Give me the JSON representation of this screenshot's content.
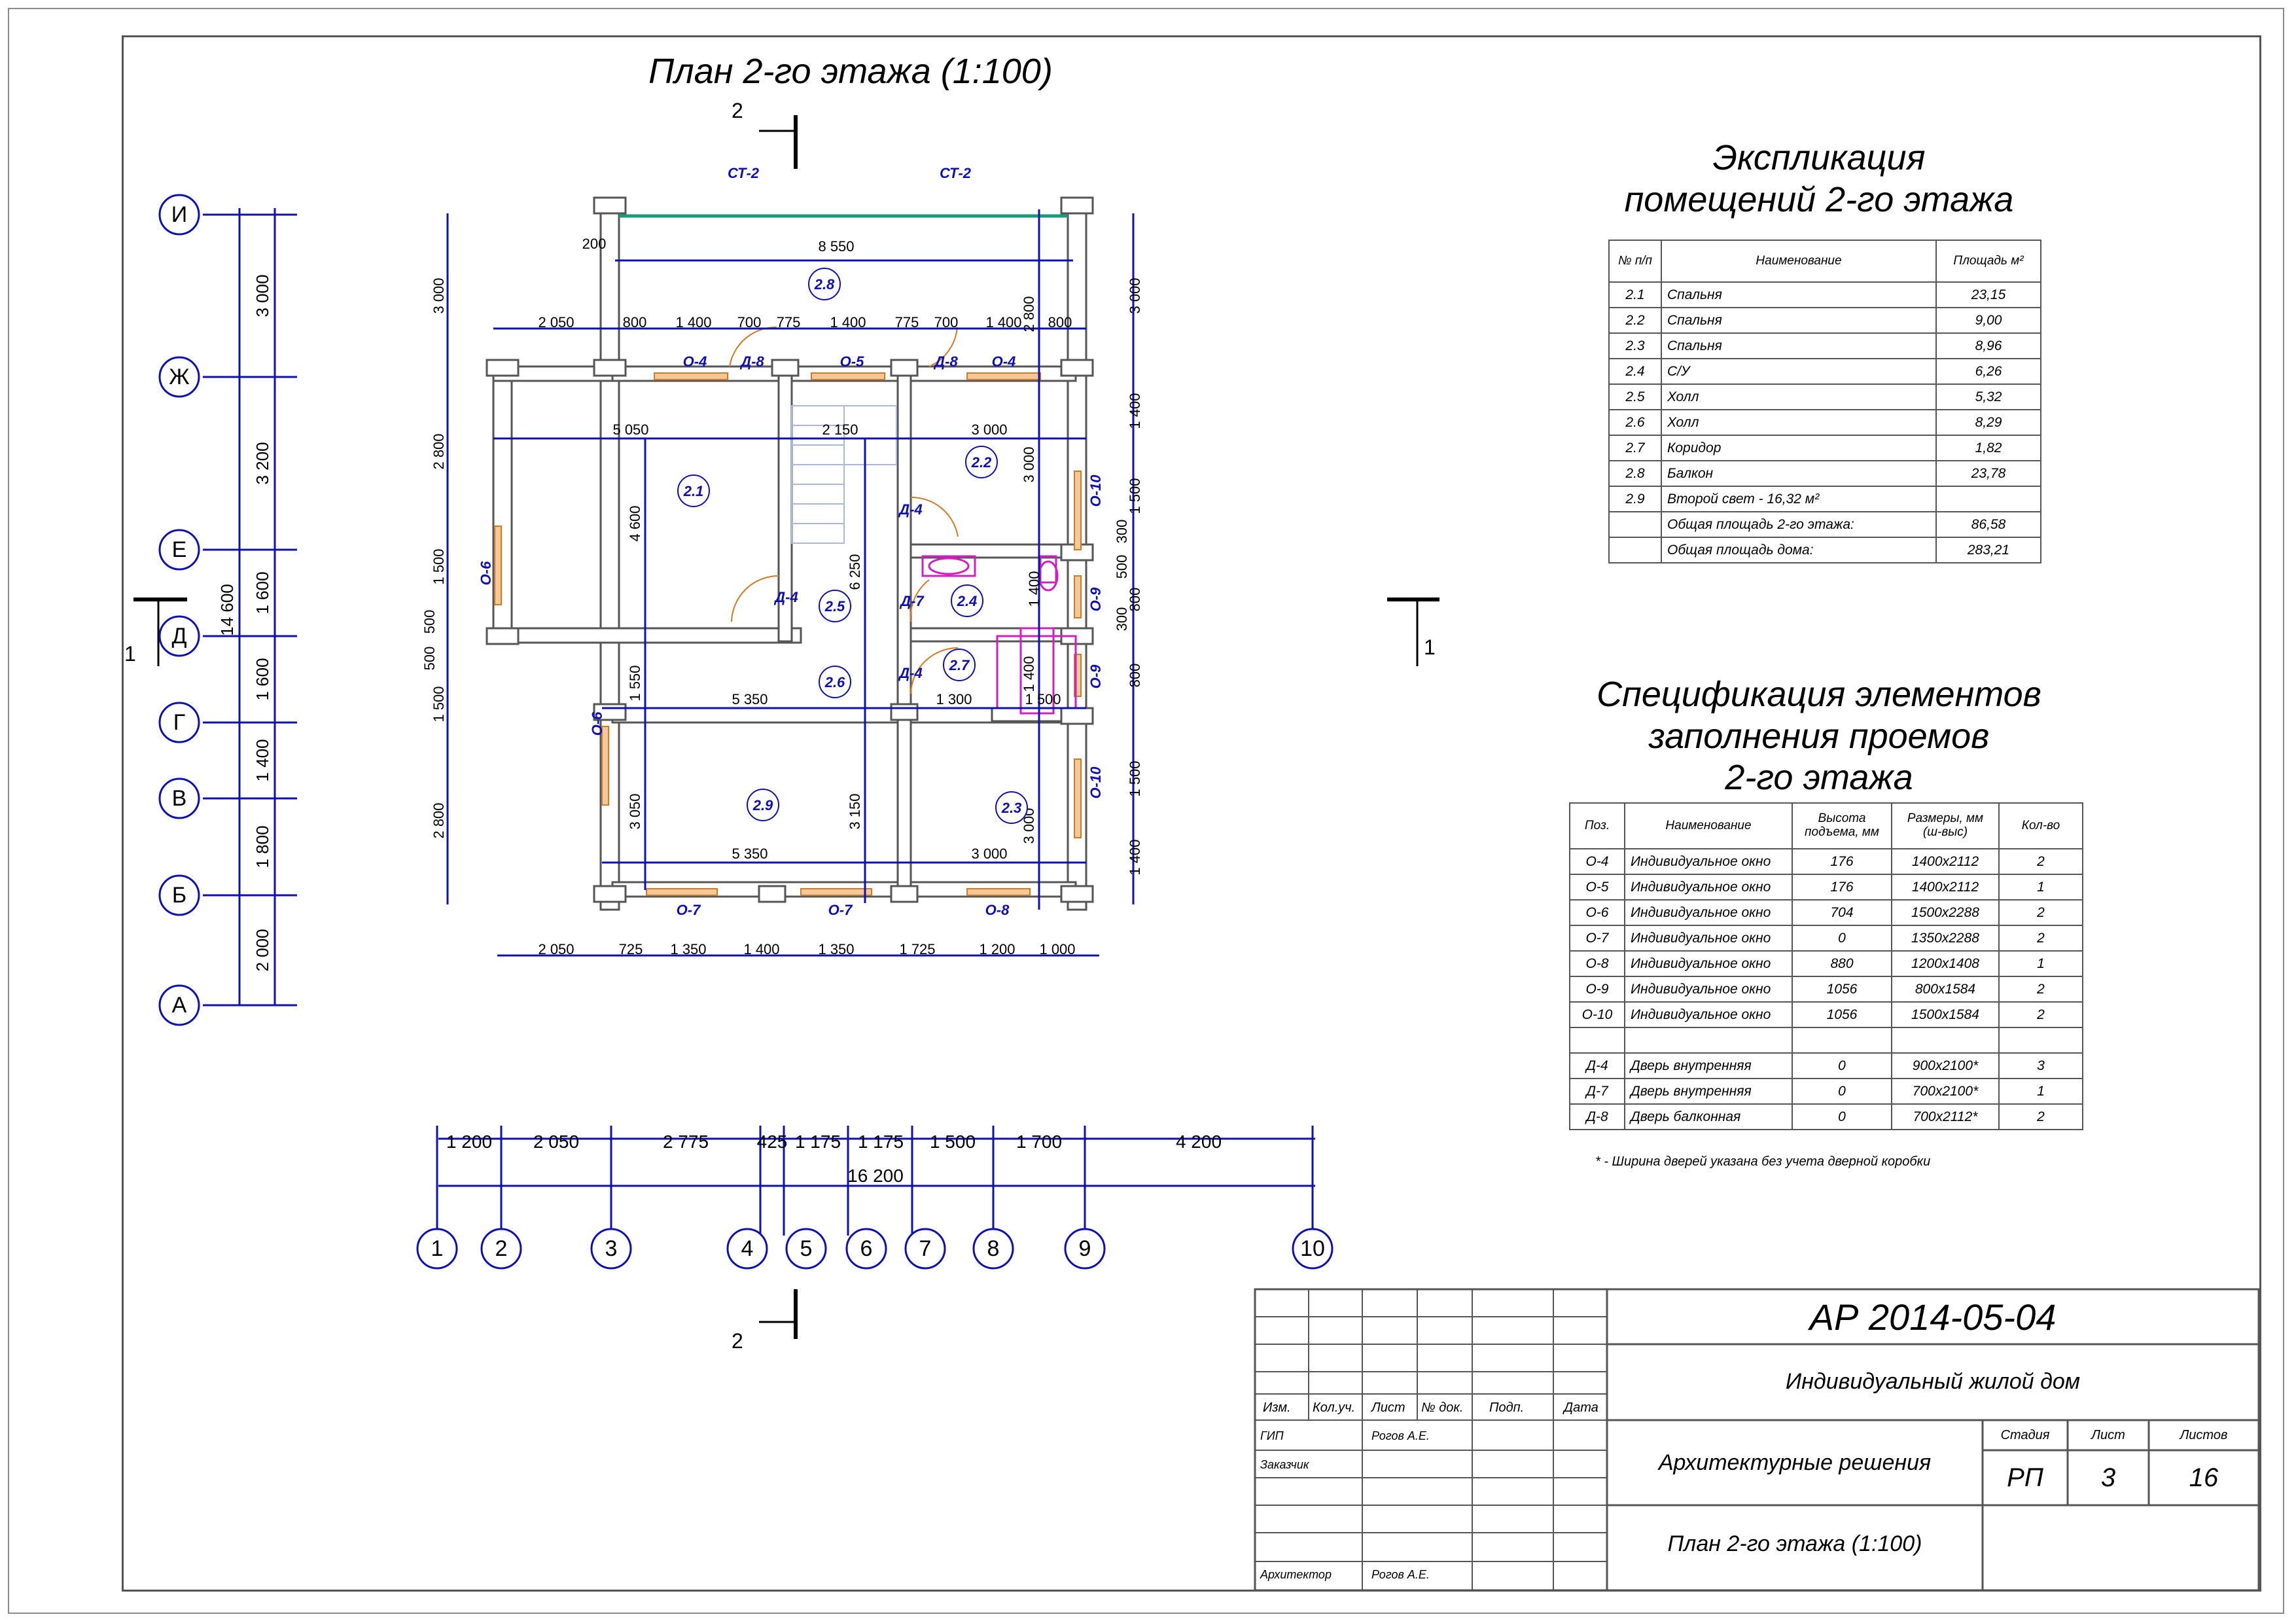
{
  "plan_title": "План 2-го этажа (1:100)",
  "section_marks": {
    "top": "2",
    "bottom": "2",
    "right": "1",
    "left": "1"
  },
  "axes": {
    "rows": [
      "И",
      "Ж",
      "Е",
      "Д",
      "Г",
      "В",
      "Б",
      "А"
    ],
    "columns": [
      "1",
      "2",
      "3",
      "4",
      "5",
      "6",
      "7",
      "8",
      "9",
      "10"
    ]
  },
  "dims": {
    "left_chain": [
      "3 000",
      "3 200",
      "1 600",
      "1 600",
      "1 400",
      "1 800",
      "2 000"
    ],
    "left_total": "14 600",
    "bottom_chain": [
      "1 200",
      "2 050",
      "2 775",
      "425",
      "1 175",
      "1 175",
      "1 500",
      "1 700",
      "4 200"
    ],
    "bottom_total": "16 200",
    "top_row": [
      "2 050",
      "800",
      "1 400",
      "700",
      "775",
      "1 400",
      "775",
      "700",
      "1 400",
      "800"
    ],
    "lower_row": [
      "2 050",
      "725",
      "1 350",
      "1 400",
      "1 350",
      "1 725",
      "1 200",
      "1 000"
    ],
    "left_plan": [
      "3 000",
      "2 800",
      "1 500",
      "500",
      "500",
      "1 500",
      "2 800"
    ],
    "right_plan": [
      "3 000",
      "1 400",
      "1 500",
      "300",
      "500",
      "800",
      "300",
      "800",
      "1 500",
      "1 400"
    ],
    "interior": [
      "8 550",
      "5 050",
      "2 150",
      "3 000",
      "4 600",
      "6 250",
      "3 000",
      "5 350",
      "1 300",
      "1 500",
      "1 550",
      "3 050",
      "3 150",
      "3 000",
      "5 350",
      "3 000",
      "1 400",
      "1 400",
      "200",
      "2 800"
    ]
  },
  "room_tags": [
    "2.1",
    "2.2",
    "2.3",
    "2.4",
    "2.5",
    "2.6",
    "2.7",
    "2.8",
    "2.9"
  ],
  "opening_tags": [
    "СТ-2",
    "СТ-2",
    "О-4",
    "Д-8",
    "О-5",
    "Д-8",
    "О-4",
    "О-10",
    "Д-4",
    "О-6",
    "Д-4",
    "Д-7",
    "О-9",
    "Д-4",
    "О-9",
    "О-6",
    "О-10",
    "О-7",
    "О-7",
    "О-8"
  ],
  "explication": {
    "title_line1": "Экспликация",
    "title_line2": "помещений 2-го этажа",
    "headers": [
      "№ п/п",
      "Наименование",
      "Площадь м²"
    ],
    "rows": [
      [
        "2.1",
        "Спальня",
        "23,15"
      ],
      [
        "2.2",
        "Спальня",
        "9,00"
      ],
      [
        "2.3",
        "Спальня",
        "8,96"
      ],
      [
        "2.4",
        "С/У",
        "6,26"
      ],
      [
        "2.5",
        "Холл",
        "5,32"
      ],
      [
        "2.6",
        "Холл",
        "8,29"
      ],
      [
        "2.7",
        "Коридор",
        "1,82"
      ],
      [
        "2.8",
        "Балкон",
        "23,78"
      ],
      [
        "2.9",
        "Второй свет - 16,32 м²",
        ""
      ],
      [
        "",
        "Общая площадь 2-го этажа:",
        "86,58"
      ],
      [
        "",
        "Общая площадь дома:",
        "283,21"
      ]
    ]
  },
  "openings_spec": {
    "title_line1": "Спецификация элементов",
    "title_line2": "заполнения проемов",
    "title_line3": "2-го этажа",
    "headers": [
      "Поз.",
      "Наименование",
      "Высота подъема, мм",
      "Размеры, мм (ш-выс)",
      "Кол-во"
    ],
    "rows": [
      [
        "О-4",
        "Индивидуальное окно",
        "176",
        "1400х2112",
        "2"
      ],
      [
        "О-5",
        "Индивидуальное окно",
        "176",
        "1400х2112",
        "1"
      ],
      [
        "О-6",
        "Индивидуальное окно",
        "704",
        "1500х2288",
        "2"
      ],
      [
        "О-7",
        "Индивидуальное окно",
        "0",
        "1350х2288",
        "2"
      ],
      [
        "О-8",
        "Индивидуальное окно",
        "880",
        "1200х1408",
        "1"
      ],
      [
        "О-9",
        "Индивидуальное окно",
        "1056",
        "800х1584",
        "2"
      ],
      [
        "О-10",
        "Индивидуальное окно",
        "1056",
        "1500х1584",
        "2"
      ],
      [
        "",
        "",
        "",
        "",
        ""
      ],
      [
        "Д-4",
        "Дверь внутренняя",
        "0",
        "900х2100*",
        "3"
      ],
      [
        "Д-7",
        "Дверь внутренняя",
        "0",
        "700х2100*",
        "1"
      ],
      [
        "Д-8",
        "Дверь балконная",
        "0",
        "700х2112*",
        "2"
      ]
    ],
    "note": "* - Ширина дверей указана без учета дверной коробки"
  },
  "stamp": {
    "code": "АР 2014-05-04",
    "project": "Индивидуальный жилой дом",
    "section": "Архитектурные решения",
    "sheet_title": "План 2-го этажа (1:100)",
    "headers": [
      "Изм.",
      "Кол.уч.",
      "Лист",
      "№ док.",
      "Подп.",
      "Дата"
    ],
    "gip_label": "ГИП",
    "gip_name": "Рогов А.Е.",
    "customer_label": "Заказчик",
    "architect_label": "Архитектор",
    "architect_name": "Рогов А.Е.",
    "stage_label": "Стадия",
    "sheet_label": "Лист",
    "sheets_label": "Листов",
    "stage": "РП",
    "sheet": "3",
    "sheets": "16"
  }
}
